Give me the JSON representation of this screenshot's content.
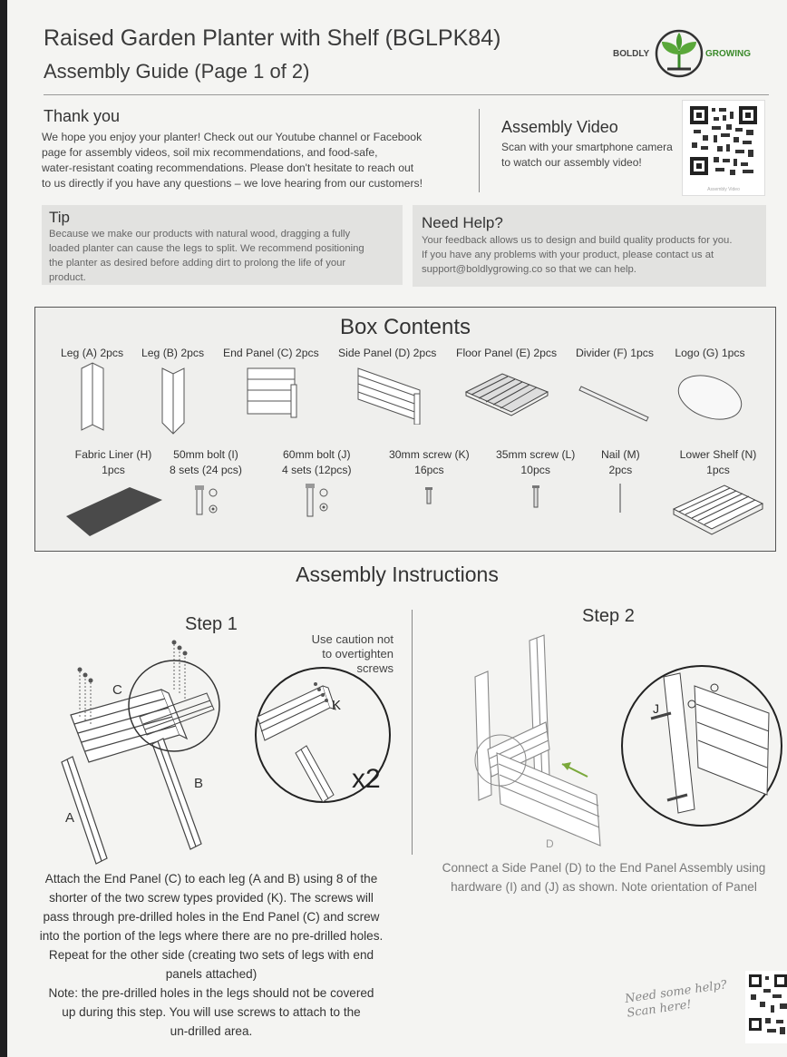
{
  "header": {
    "title": "Raised Garden Planter with Shelf (BGLPK84)",
    "subtitle": "Assembly Guide (Page 1 of 2)",
    "brand_left": "BOLDLY",
    "brand_right": "GROWING",
    "brand_color": "#3a8a2a"
  },
  "thank_you": {
    "heading": "Thank you",
    "lines": [
      "We hope you enjoy your planter! Check out our Youtube channel or Facebook",
      "page for assembly videos, soil mix recommendations, and food-safe,",
      "water-resistant coating recommendations. Please don't hesitate to reach out",
      "to us directly if you have any questions – we love hearing from our customers!"
    ]
  },
  "video": {
    "heading": "Assembly Video",
    "lines": [
      "Scan with your smartphone camera",
      "to watch our assembly video!"
    ],
    "qr_caption": "Assembly Video"
  },
  "tip": {
    "heading": "Tip",
    "lines": [
      "Because we make our products with natural wood, dragging a fully",
      "loaded planter can cause the legs to split. We recommend positioning",
      "the planter as desired before adding dirt to prolong the life of your",
      "product."
    ]
  },
  "help": {
    "heading": "Need Help?",
    "lines": [
      "Your feedback allows us to design and build quality products for you.",
      "If you have any problems with your product, please contact us at",
      "support@boldlygrowing.co so that we can help."
    ]
  },
  "box_contents": {
    "heading": "Box Contents",
    "row1": [
      {
        "label": "Leg (A) 2pcs"
      },
      {
        "label": "Leg (B) 2pcs"
      },
      {
        "label": "End Panel (C) 2pcs"
      },
      {
        "label": "Side Panel (D) 2pcs"
      },
      {
        "label": "Floor Panel (E) 2pcs"
      },
      {
        "label": "Divider (F) 1pcs"
      },
      {
        "label": "Logo (G) 1pcs"
      }
    ],
    "row2": [
      {
        "label": "Fabric Liner (H)",
        "qty": "1pcs"
      },
      {
        "label": "50mm bolt (I)",
        "qty": "8 sets (24 pcs)"
      },
      {
        "label": "60mm bolt (J)",
        "qty": "4 sets (12pcs)"
      },
      {
        "label": "30mm screw (K)",
        "qty": "16pcs"
      },
      {
        "label": "35mm screw (L)",
        "qty": "10pcs"
      },
      {
        "label": "Nail (M)",
        "qty": "2pcs"
      },
      {
        "label": "Lower Shelf (N)",
        "qty": "1pcs"
      }
    ]
  },
  "instructions": {
    "heading": "Assembly Instructions",
    "step1": {
      "heading": "Step 1",
      "caution": [
        "Use caution not",
        "to overtighten",
        "screws"
      ],
      "labels": {
        "c": "C",
        "b": "B",
        "a": "A",
        "k": "K",
        "x2": "x2"
      },
      "text": [
        "Attach the End Panel (C) to each leg (A and B) using 8 of the",
        "shorter of the two screw types provided (K). The screws will",
        "pass through pre-drilled holes in the End Panel (C) and screw",
        "into the portion of the legs where there are no pre-drilled holes.",
        "Repeat for the other side (creating two sets of legs with end",
        "panels attached)"
      ],
      "note": [
        "Note: the pre-drilled holes in the legs should not be covered",
        "up during this step. You will use screws to attach to the",
        "un-drilled area."
      ]
    },
    "step2": {
      "heading": "Step 2",
      "labels": {
        "j": "J",
        "d": "D"
      },
      "text": [
        "Connect a Side Panel (D) to the End Panel Assembly using",
        "hardware (I) and (J) as shown. Note orientation of Panel"
      ]
    },
    "need_help": [
      "Need some help?",
      "Scan here!"
    ]
  }
}
